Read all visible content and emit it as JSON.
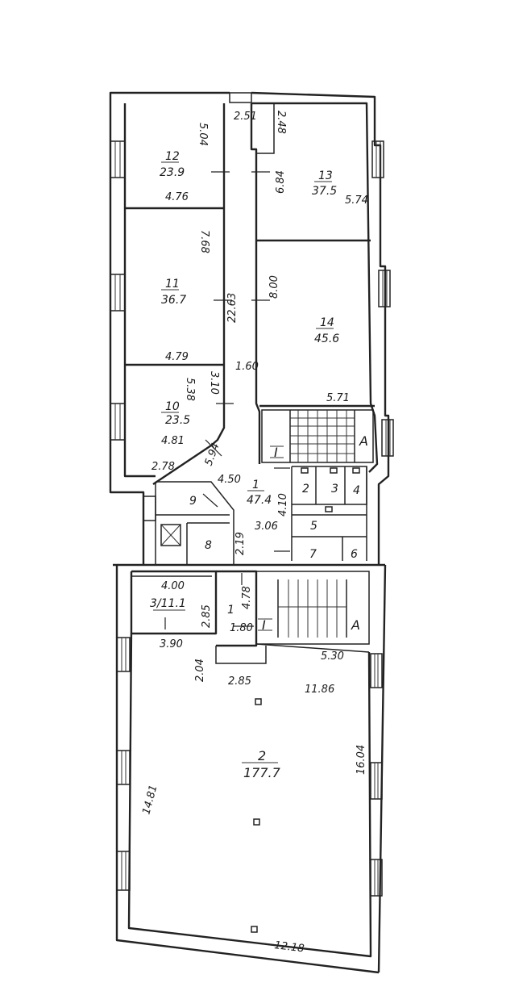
{
  "rooms": {
    "r12": {
      "num": "12",
      "area": "23.9"
    },
    "r13": {
      "num": "13",
      "area": "37.5"
    },
    "r11": {
      "num": "11",
      "area": "36.7"
    },
    "r14": {
      "num": "14",
      "area": "45.6"
    },
    "r10": {
      "num": "10",
      "area": "23.5"
    },
    "r1a": {
      "num": "1",
      "area": "47.4"
    },
    "r9": {
      "num": "9"
    },
    "r8": {
      "num": "8"
    },
    "r2s": {
      "num": "2"
    },
    "r3s": {
      "num": "3"
    },
    "r4s": {
      "num": "4"
    },
    "r5": {
      "num": "5"
    },
    "r6": {
      "num": "6"
    },
    "r7": {
      "num": "7"
    },
    "r3b": {
      "label": "3/11.1"
    },
    "r1b": {
      "num": "1"
    },
    "r2b": {
      "num": "2",
      "area": "177.7"
    }
  },
  "dims": {
    "d_251": "2.51",
    "d_248": "2.48",
    "d_504": "5.04",
    "d_476": "4.76",
    "d_684": "6.84",
    "d_574": "5.74",
    "d_768": "7.68",
    "d_2263": "22.63",
    "d_800": "8.00",
    "d_479": "4.79",
    "d_160": "1.60",
    "d_310": "3.10",
    "d_538": "5.38",
    "d_571": "5.71",
    "d_481": "4.81",
    "d_594": "5.94",
    "d_278": "2.78",
    "d_450": "4.50",
    "d_410": "4.10",
    "d_306": "3.06",
    "d_219": "2.19",
    "d_400": "4.00",
    "d_285a": "2.85",
    "d_478": "4.78",
    "d_180": "1.80",
    "d_390": "3.90",
    "d_204": "2.04",
    "d_285b": "2.85",
    "d_530": "5.30",
    "d_1186": "11.86",
    "d_1604": "16.04",
    "d_1481": "14.81",
    "d_1218": "12.18"
  },
  "markers": {
    "stair_up_1": "I",
    "stair_a_1": "A",
    "stair_up_2": "I",
    "stair_a_2": "A"
  }
}
